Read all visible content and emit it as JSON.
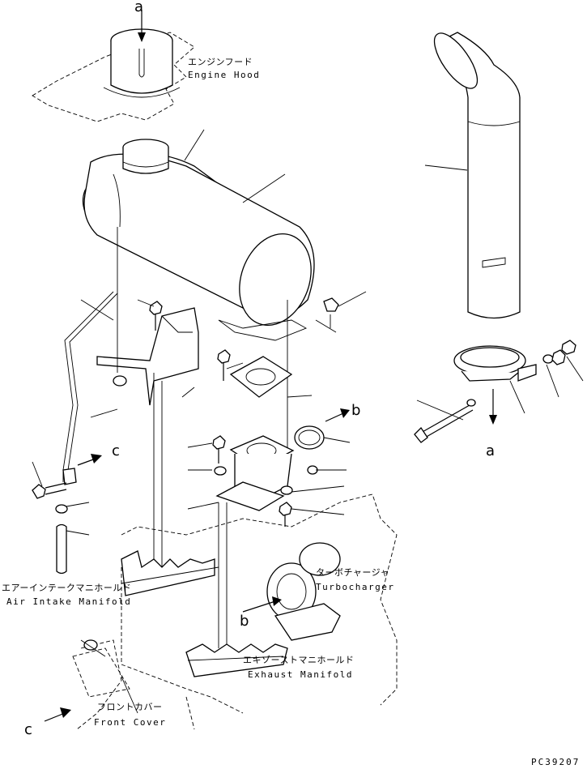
{
  "labels": {
    "engine_hood_jp": "エンジンフード",
    "engine_hood_en": "Engine Hood",
    "turbocharger_jp": "ターボチャージャ",
    "turbocharger_en": "Turbocharger",
    "air_intake_jp": "エアーインテークマニホールド",
    "air_intake_en": "Air Intake Manifold",
    "exhaust_manifold_jp": "エキゾーストマニホールド",
    "exhaust_manifold_en": "Exhaust Manifold",
    "front_cover_jp": "フロントカバー",
    "front_cover_en": "Front Cover"
  },
  "refs": {
    "a_top": "a",
    "a_bottom": "a",
    "b_right": "b",
    "b_lower": "b",
    "c_left": "c",
    "c_bottom": "c"
  },
  "drawing_code": "PC39207"
}
